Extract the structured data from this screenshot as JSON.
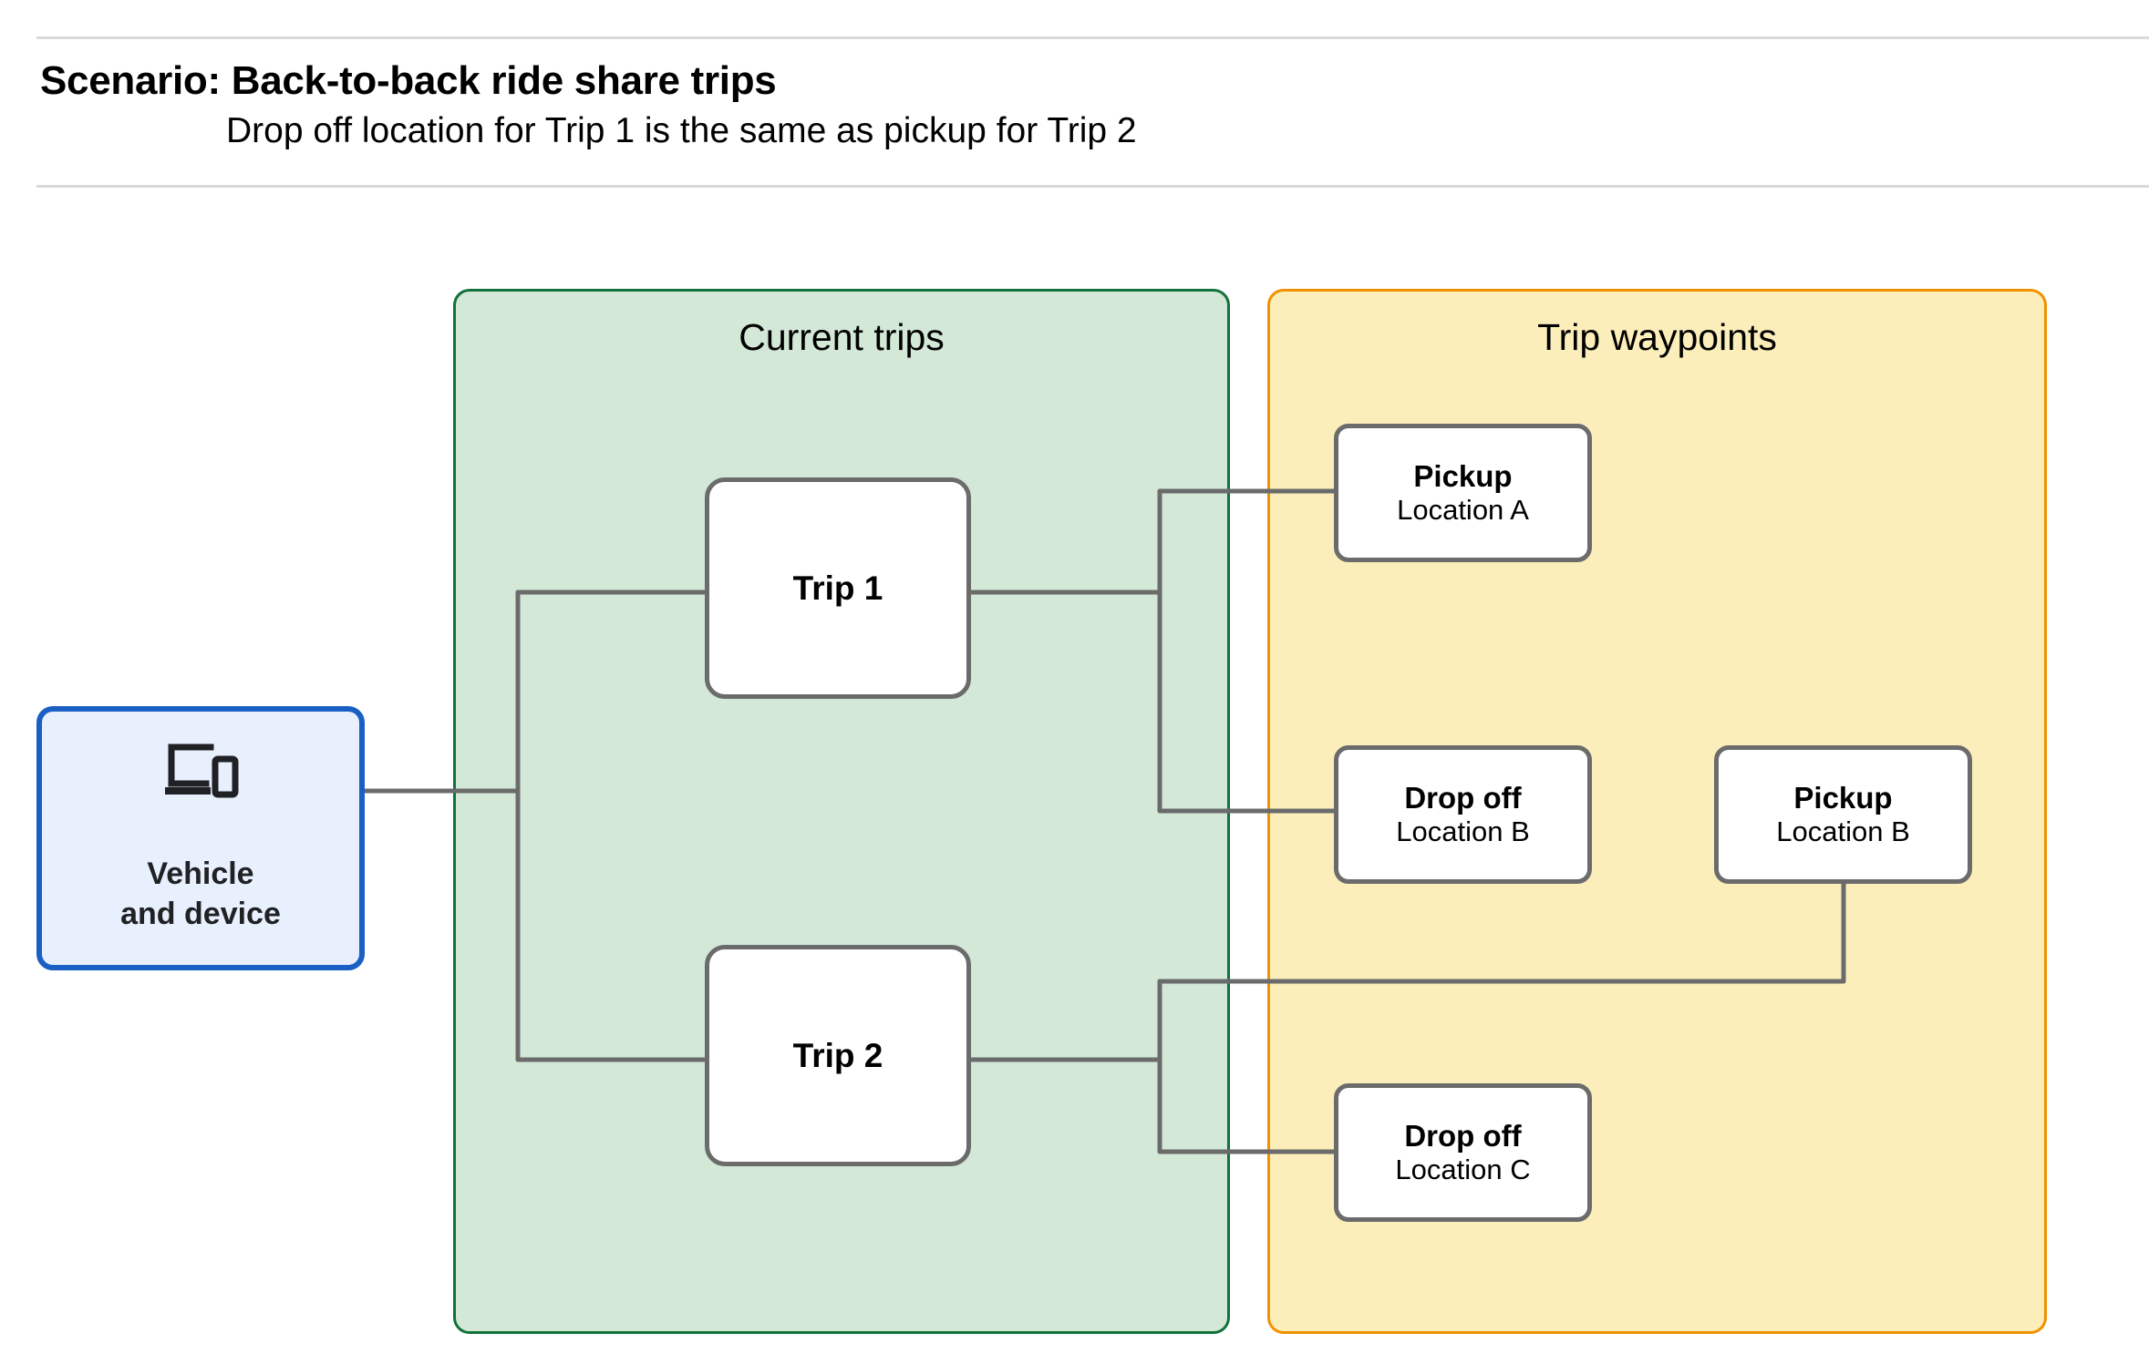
{
  "header": {
    "title": "Scenario: Back-to-back ride share trips",
    "subtitle": "Drop off  location for Trip 1 is the same as pickup for Trip 2"
  },
  "panels": {
    "current_trips": {
      "title": "Current trips"
    },
    "trip_waypoints": {
      "title": "Trip waypoints"
    }
  },
  "nodes": {
    "vehicle": {
      "label": "Vehicle\nand device",
      "label_line_1": "Vehicle",
      "label_line_2": "and device",
      "icon": "devices-icon"
    },
    "trips": [
      {
        "label": "Trip 1"
      },
      {
        "label": "Trip 2"
      }
    ],
    "waypoints": [
      {
        "kind": "Pickup",
        "location": "Location A"
      },
      {
        "kind": "Drop off",
        "location": "Location B"
      },
      {
        "kind": "Pickup",
        "location": "Location B"
      },
      {
        "kind": "Drop off",
        "location": "Location C"
      }
    ]
  },
  "colors": {
    "panel_current_trips_fill": "#d3e8d7",
    "panel_current_trips_border": "#11713a",
    "panel_trip_waypoints_fill": "#fceeba",
    "panel_trip_waypoints_border": "#f29100",
    "vehicle_fill": "#e8f0fe",
    "vehicle_border": "#1a5fc4",
    "node_fill": "#ffffff",
    "node_border": "#6b6b6b",
    "connector": "#6b6b6b",
    "rule": "#d9d9d9"
  }
}
